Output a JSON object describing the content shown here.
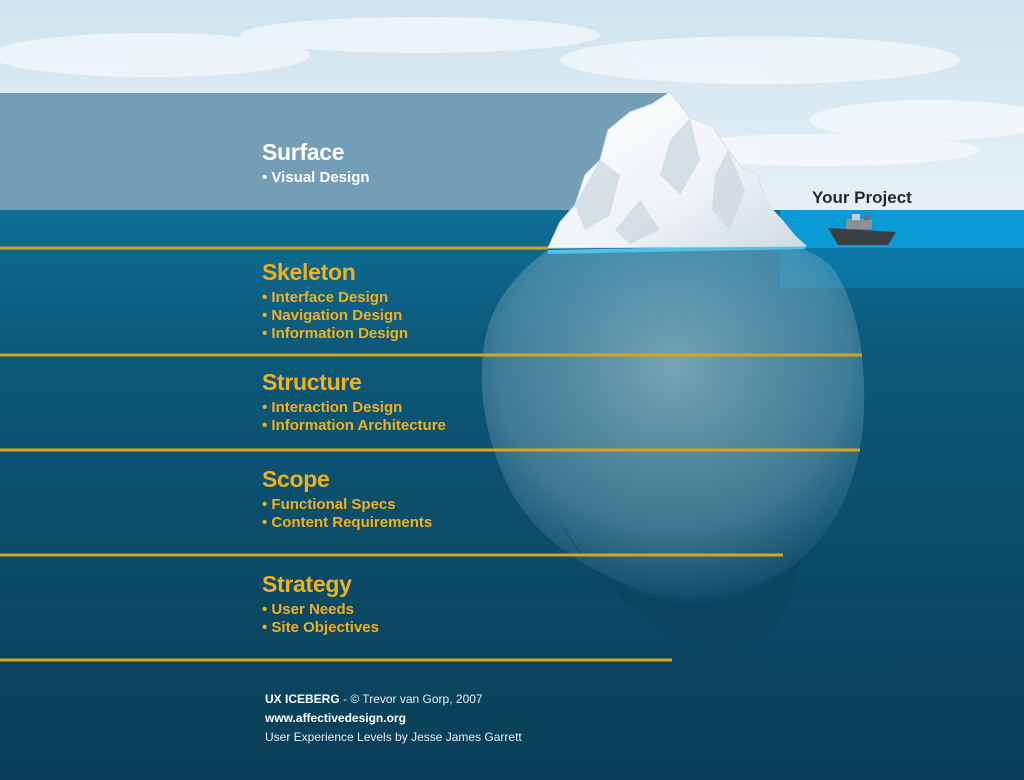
{
  "colors": {
    "sky": "#d7e9f2",
    "surface_band": "#7fa7bd",
    "shallow_water": "#0a9ad6",
    "deep_water": "#0d4f6e",
    "divider": "#d9a41c",
    "surface_text": "#ffffff",
    "layer_text": "#f2b01e"
  },
  "layers": [
    {
      "id": "surface",
      "title": "Surface",
      "items": [
        "Visual Design"
      ]
    },
    {
      "id": "skeleton",
      "title": "Skeleton",
      "items": [
        "Interface Design",
        "Navigation Design",
        "Information Design"
      ]
    },
    {
      "id": "structure",
      "title": "Structure",
      "items": [
        "Interaction Design",
        "Information Architecture"
      ]
    },
    {
      "id": "scope",
      "title": "Scope",
      "items": [
        "Functional Specs",
        "Content Requirements"
      ]
    },
    {
      "id": "strategy",
      "title": "Strategy",
      "items": [
        "User Needs",
        "Site Objectives"
      ]
    }
  ],
  "boat": {
    "label": "Your Project"
  },
  "credits": {
    "title": "UX ICEBERG",
    "title_suffix": " - © Trevor van Gorp, 2007",
    "url": "www.affectivedesign.org",
    "attribution": "User Experience Levels by Jesse James Garrett"
  }
}
